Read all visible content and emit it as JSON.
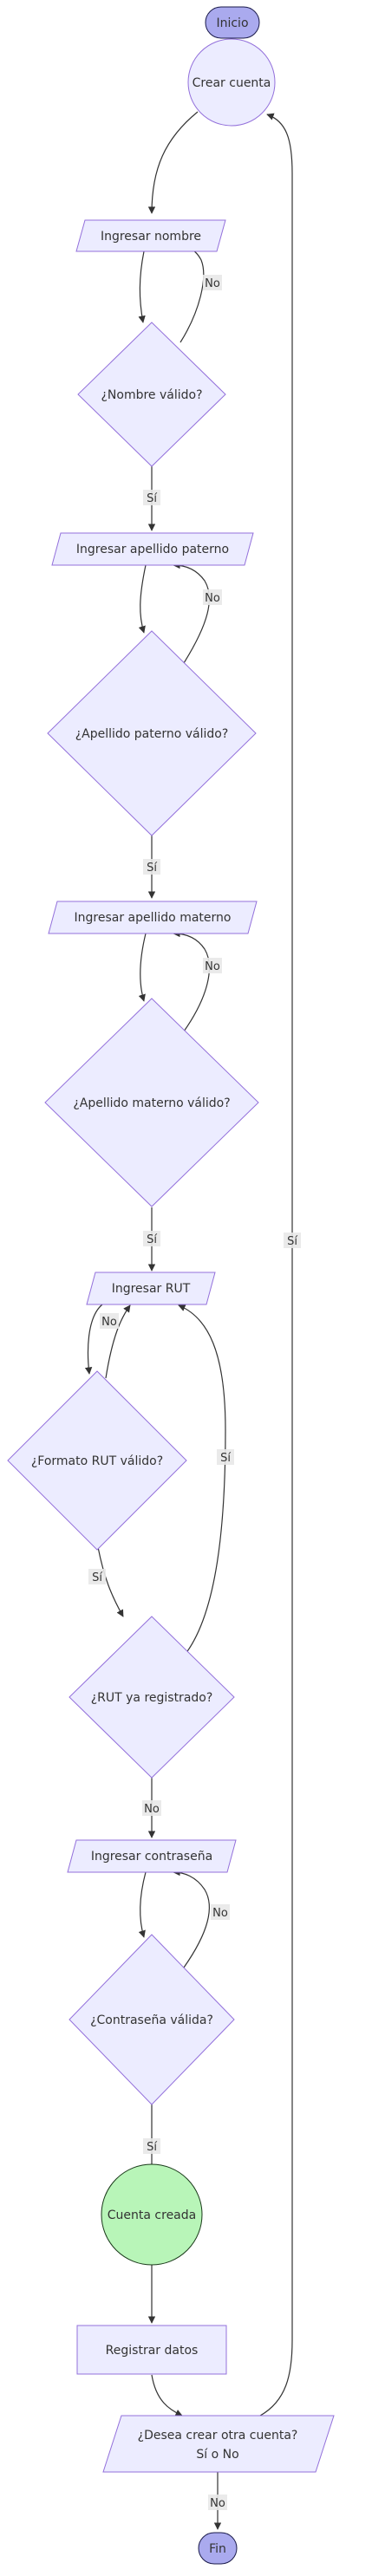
{
  "colors": {
    "node_fill": "#ececff",
    "node_stroke": "#9370db",
    "terminal_fill": "#aaaaee",
    "terminal_stroke": "#1a1a4a",
    "success_fill": "#b8f5b8",
    "success_stroke": "#1a3a1a",
    "edge": "#333333",
    "label_bg": "#e8e8e8"
  },
  "nodes": {
    "inicio": "Inicio",
    "crear_cuenta": "Crear cuenta",
    "ingresar_nombre": "Ingresar nombre",
    "nombre_valido": "¿Nombre válido?",
    "ingresar_apellido_paterno": "Ingresar apellido paterno",
    "apellido_paterno_valido": "¿Apellido paterno válido?",
    "ingresar_apellido_materno": "Ingresar apellido materno",
    "apellido_materno_valido": "¿Apellido materno válido?",
    "ingresar_rut": "Ingresar RUT",
    "formato_rut_valido": "¿Formato RUT válido?",
    "rut_ya_registrado": "¿RUT ya registrado?",
    "ingresar_contrasena": "Ingresar contraseña",
    "contrasena_valida": "¿Contraseña válida?",
    "cuenta_creada": "Cuenta creada",
    "registrar_datos": "Registrar datos",
    "desea_crear_otra_line1": "¿Desea crear otra cuenta?",
    "desea_crear_otra_line2": "Sí o No",
    "fin": "Fin"
  },
  "edge_labels": {
    "nombre_no": "No",
    "nombre_si": "Sí",
    "paterno_no": "No",
    "paterno_si": "Sí",
    "materno_no": "No",
    "materno_si": "Sí",
    "formato_no": "No",
    "formato_si": "Sí",
    "registrado_si": "Sí",
    "registrado_no": "No",
    "contrasena_no": "No",
    "contrasena_si": "Sí",
    "otra_si": "Sí",
    "otra_no": "No"
  }
}
